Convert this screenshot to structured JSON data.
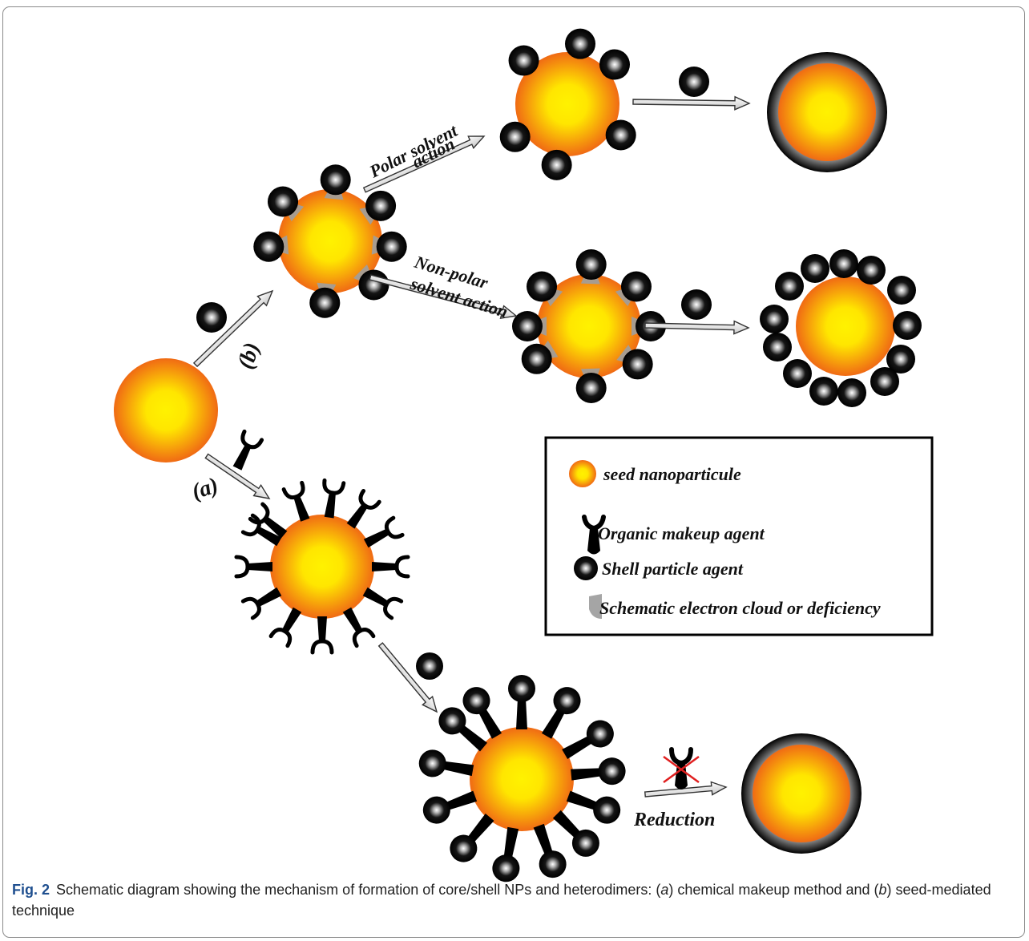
{
  "labels": {
    "path_a": "(a)",
    "path_b": "(b)",
    "polar_line1": "Polar solvent",
    "polar_line2": "action",
    "nonpolar_line1": "Non-polar",
    "nonpolar_line2": "solvent action",
    "reduction": "Reduction"
  },
  "legend": {
    "seed": "seed nanoparticule",
    "organic": "Organic makeup agent",
    "shell": "Shell particle agent",
    "cloud": "Schematic electron cloud or deficiency"
  },
  "caption": {
    "fig": "Fig. 2",
    "t1": "Schematic diagram showing the mechanism of formation of core/shell NPs and heterodimers: (",
    "a": "a",
    "t2": ") chemical makeup method and (",
    "b": "b",
    "t3": ") seed-mediated technique"
  },
  "colors": {
    "core_center": "#fff200",
    "core_edge": "#f06a14",
    "shell_particle": "#050505",
    "arrow_fill": "#e6e6e6",
    "cross": "#e02020"
  }
}
